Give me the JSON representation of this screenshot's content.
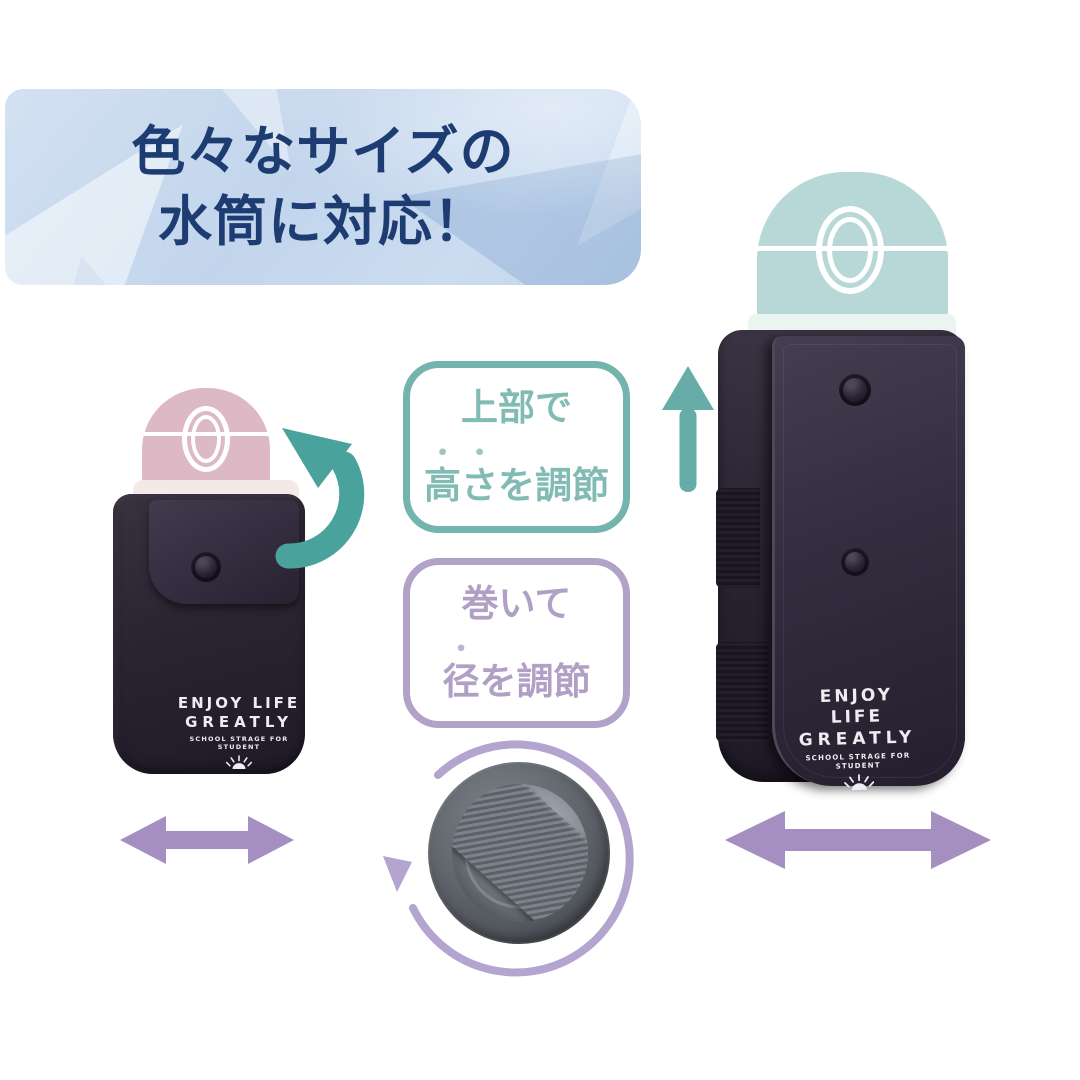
{
  "header": {
    "line1": "色々なサイズの",
    "line2": "水筒に対応！"
  },
  "callouts": {
    "height": {
      "line1": "上部で",
      "emphasis": "高さ",
      "rest": "を調節"
    },
    "diameter": {
      "line1": "巻いて",
      "emphasis": "径",
      "rest": "を調節"
    }
  },
  "bottle_small": {
    "brand_line1": "ENJOY LIFE",
    "brand_line2": "GREATLY",
    "brand_line3": "SCHOOL STRAGE FOR STUDENT"
  },
  "bottle_large": {
    "brand_line1": "ENJOY LIFE",
    "brand_line2": "GREATLY",
    "brand_line3": "SCHOOL STRAGE FOR STUDENT"
  },
  "colors": {
    "headline_navy": "#1d3c72",
    "banner_blue": "#c6d9ee",
    "teal_accent": "#4aa29d",
    "teal_soft": "#73b4ae",
    "purple_soft": "#b3a2c8",
    "purple_arrow": "#a58fc1",
    "purple_rotate_arrow": "#b3a4d0",
    "cap_pink": "#dcb9c5",
    "cap_mint": "#b7d8d7",
    "cover_black": "#272231",
    "brand_white": "#efecf2"
  }
}
